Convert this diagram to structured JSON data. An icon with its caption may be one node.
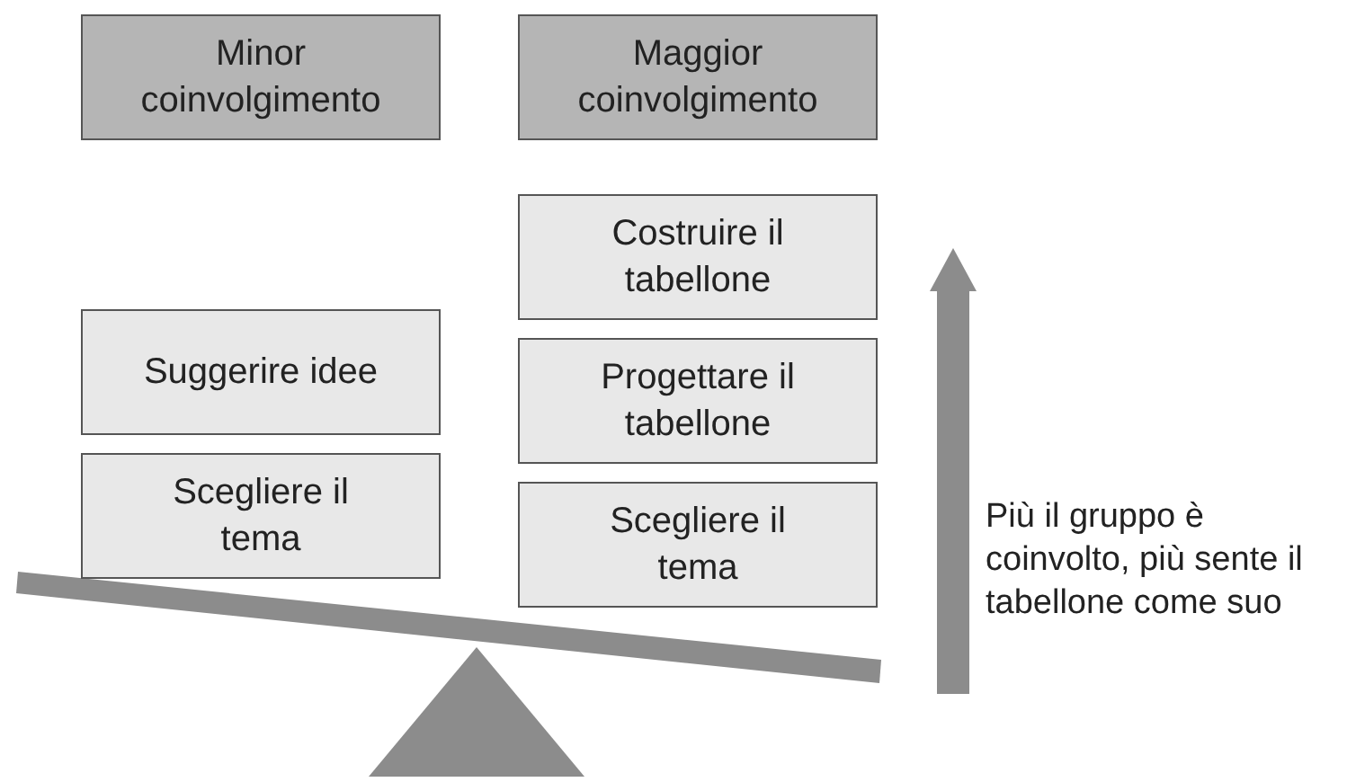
{
  "diagram": {
    "nodes": [
      {
        "text": [
          "Minor coinvolgimento"
        ]
      },
      {
        "text": [
          "Maggior coinvolgimento"
        ]
      },
      {
        "text": [
          "Costruire il tabellone"
        ]
      },
      {
        "text": [
          "Suggerire idee"
        ]
      },
      {
        "text": [
          "Progettare il tabellone"
        ]
      },
      {
        "text": [
          "Scegliere il tema"
        ]
      },
      {
        "text": [
          "Scegliere il tema"
        ]
      }
    ],
    "edges": [],
    "labels": [
      "Più il gruppo è coinvolto, più sente il tabellone come suo"
    ]
  }
}
